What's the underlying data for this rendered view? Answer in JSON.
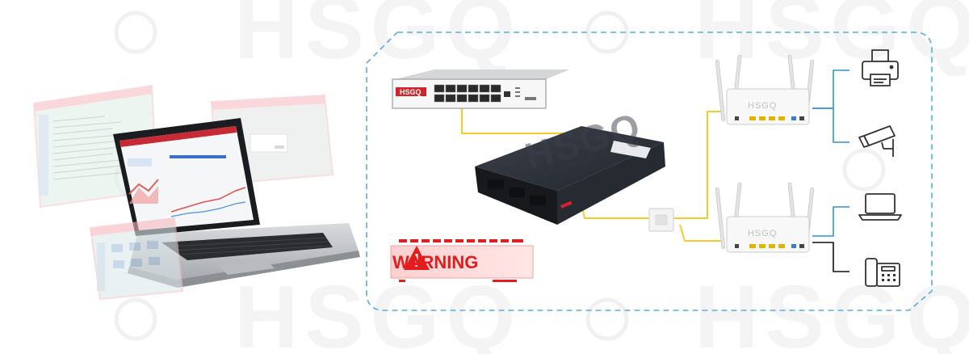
{
  "watermark": {
    "brand": "HSGQ"
  },
  "devices": {
    "access_switch": {
      "logo": "HSGQ",
      "icon": "ethernet-switch-icon"
    },
    "core_switch": {
      "brand": "HSGQ",
      "icon": "core-switch-icon"
    },
    "router_top": {
      "brand": "HSGQ",
      "icon": "wifi-router-icon"
    },
    "router_bottom": {
      "brand": "HSGQ",
      "icon": "wifi-router-icon"
    },
    "wall_box": {
      "icon": "optical-splitter-box-icon"
    }
  },
  "endpoints": [
    {
      "icon": "printer-icon"
    },
    {
      "icon": "cctv-camera-icon"
    },
    {
      "icon": "laptop-icon"
    },
    {
      "icon": "desk-phone-icon"
    }
  ],
  "alarm": {
    "label": "WARNING",
    "icon": "warning-triangle-icon"
  },
  "colors": {
    "dashed_border": "#55aee0",
    "fiber_link": "#f5cc2a",
    "blue_link": "#2f92d6",
    "black_link": "#111111",
    "warning_red": "#e21d1d"
  }
}
